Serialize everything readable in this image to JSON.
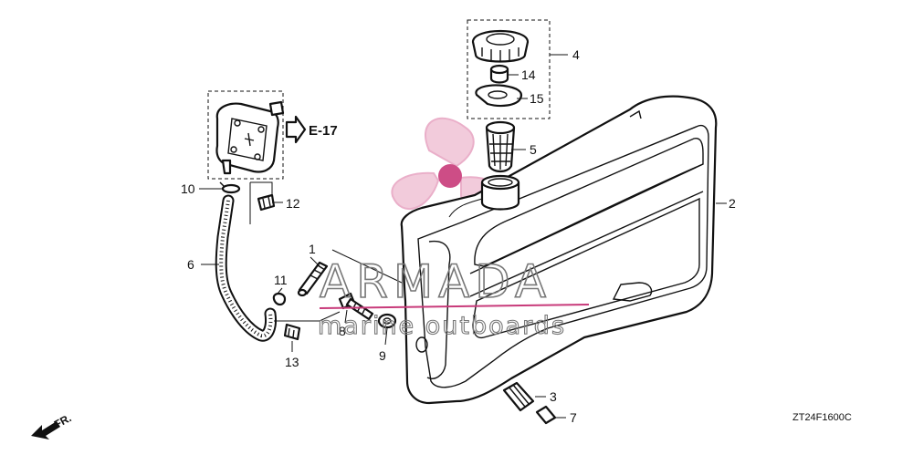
{
  "diagram": {
    "callouts": [
      "1",
      "2",
      "3",
      "4",
      "5",
      "6",
      "7",
      "8",
      "9",
      "10",
      "11",
      "12",
      "13",
      "14",
      "15"
    ],
    "reference_label": "E-17",
    "front_label": "FR.",
    "drawing_code": "ZT24F1600C"
  },
  "watermark": {
    "brand": "ARMADA",
    "tagline": "marine outboards",
    "colors": {
      "logo_pink": "#e8a7c4",
      "logo_dark": "#c83a7a",
      "text_gray": "#777777"
    }
  },
  "icons": [
    "fuel-pump-icon",
    "filler-cap-icon",
    "fuel-filter-icon",
    "fuel-tank-icon",
    "fuel-hose-icon",
    "bolt-icon",
    "washer-icon",
    "clip-icon",
    "grommet-icon",
    "front-arrow-icon",
    "propeller-logo-icon"
  ]
}
